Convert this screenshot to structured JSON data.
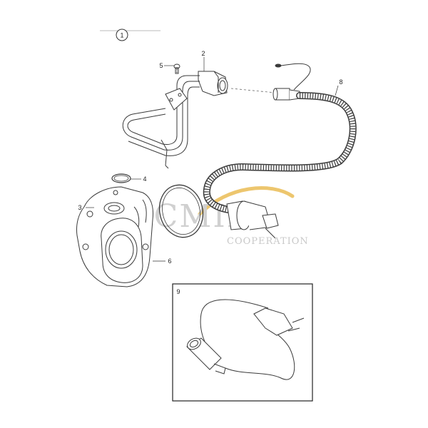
{
  "sheet": {
    "view_number": "1"
  },
  "callouts": {
    "c2": "2",
    "c3": "3",
    "c4": "4",
    "c5": "5",
    "c6": "6",
    "c8": "8",
    "c9": "9"
  },
  "watermark": {
    "letters_text": "CCMIE",
    "subtitle_text": "COOPERATION",
    "accent_color": "#e8b84a"
  },
  "colors": {
    "line": "#3a3a3a",
    "frame": "#222222"
  }
}
